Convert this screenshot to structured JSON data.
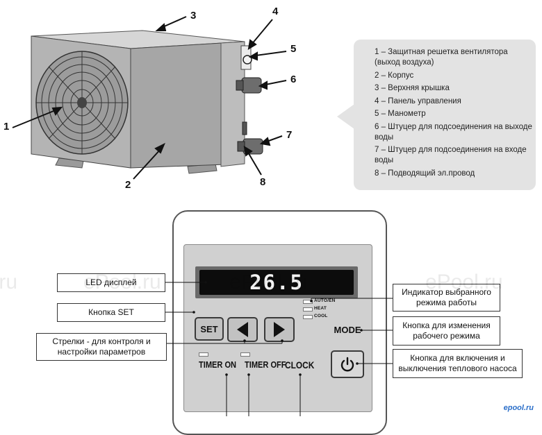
{
  "callouts": [
    "1",
    "2",
    "3",
    "4",
    "5",
    "6",
    "7",
    "8"
  ],
  "legend": {
    "items": [
      "1 – Защитная решетка вентилятора (выход воздуха)",
      "2 – Корпус",
      "3 – Верхняя крышка",
      "4 – Панель управления",
      "5 – Манометр",
      "6 – Штуцер для подсоединения на выходе воды",
      "7 – Штуцер для подсоединения на входе воды",
      "8 – Подводящий эл.провод"
    ]
  },
  "display": {
    "value": "26.5"
  },
  "buttons": {
    "set": "SET",
    "mode": "MODE",
    "timer_on": "TIMER ON",
    "timer_off": "TIMER OFF",
    "clock": "CLOCK"
  },
  "mode_indicators": [
    "AUTO/EN",
    "HEAT",
    "COOL"
  ],
  "labels": {
    "led": "LED дисплей",
    "set": "Кнопка SET",
    "arrows": "Стрелки - для контроля и настройки параметров",
    "mode_indicator": "Индикатор выбранного режима работы",
    "mode_button": "Кнопка для изменения рабочего режима",
    "power_button": "Кнопка для включения и выключения теплового насоса"
  },
  "watermark": [
    "ePool.ru",
    "ePool.ru",
    "ePool.ru",
    ".ru"
  ],
  "brand": "epool.ru",
  "colors": {
    "legend_bg": "#e3e3e3",
    "panel_bg": "#d0d0d0",
    "lcd_bg": "#0c0c0c",
    "brand": "#2b6fc9"
  },
  "icons": [
    "fan-grille",
    "pressure-gauge-icon",
    "arrow-left-icon",
    "arrow-right-icon",
    "power-icon"
  ]
}
